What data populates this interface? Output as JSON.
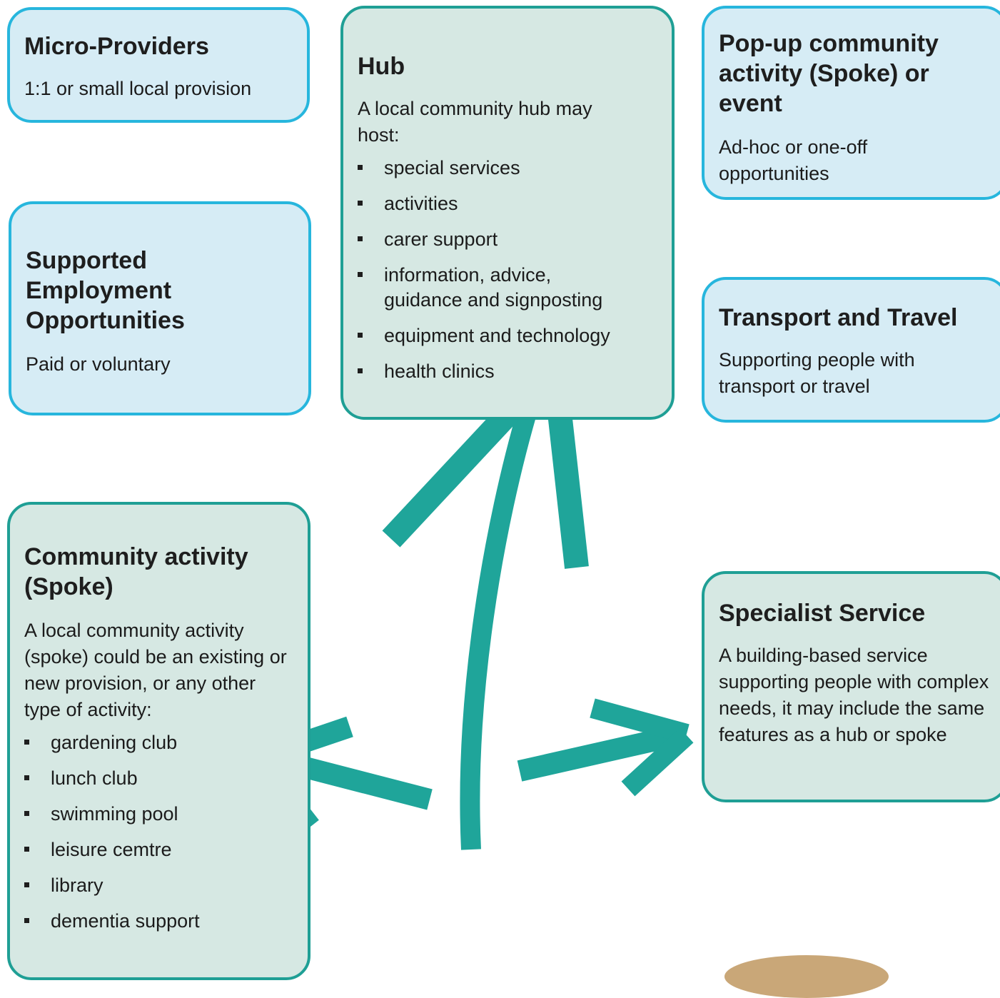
{
  "boxes": {
    "micro": {
      "title": "Micro-Providers",
      "text": "1:1 or small local provision"
    },
    "supported": {
      "title": "Supported Employment Opportunities",
      "text": "Paid or voluntary"
    },
    "hub": {
      "title": "Hub",
      "text": "A local community hub may host:",
      "items": [
        "special services",
        "activities",
        "carer support",
        "information, advice, guidance and signposting",
        "equipment and technology",
        "health clinics"
      ]
    },
    "popup": {
      "title": "Pop-up community activity (Spoke) or event",
      "text": "Ad-hoc or one-off opportunities"
    },
    "transport": {
      "title": "Transport and Travel",
      "text": "Supporting people with transport or travel"
    },
    "community": {
      "title": "Community activity (Spoke)",
      "text": "A local community activity (spoke) could be an existing or new provision, or any other type of activity:",
      "items": [
        "gardening club",
        "lunch club",
        "swimming pool",
        "leisure cemtre",
        "library",
        "dementia support"
      ]
    },
    "specialist": {
      "title": "Specialist Service",
      "text": "A building-based service supporting people with complex needs, it may include the same features as a hub or spoke"
    }
  },
  "colors": {
    "blue_fill": "#d6ecf5",
    "blue_border": "#27b6dd",
    "green_fill": "#d6e8e3",
    "green_border": "#1f9f95",
    "arrow": "#1fa59a"
  }
}
